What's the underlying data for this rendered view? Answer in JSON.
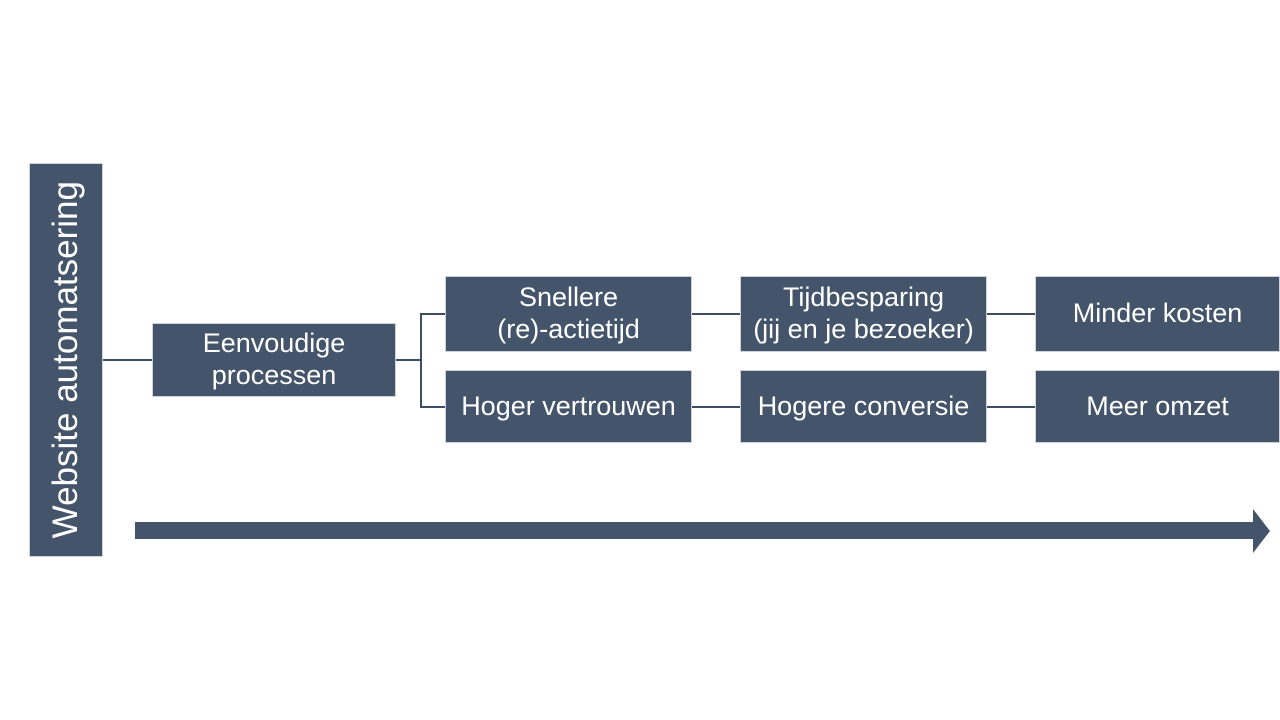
{
  "diagram": {
    "title": "Website automatsering",
    "root": "Eenvoudige\nprocessen",
    "branches": [
      {
        "steps": [
          "Snellere\n(re)-actietijd",
          "Tijdbesparing\n(jij en je bezoeker)",
          "Minder kosten"
        ]
      },
      {
        "steps": [
          "Hoger vertrouwen",
          "Hogere conversie",
          "Meer omzet"
        ]
      }
    ],
    "colors": {
      "box_fill": "#44546A",
      "box_border": "#CDD2DB",
      "connector": "#3F4D63",
      "arrow_fill": "#44546A",
      "text": "#FFFFFF",
      "background": "#FFFFFF"
    }
  }
}
